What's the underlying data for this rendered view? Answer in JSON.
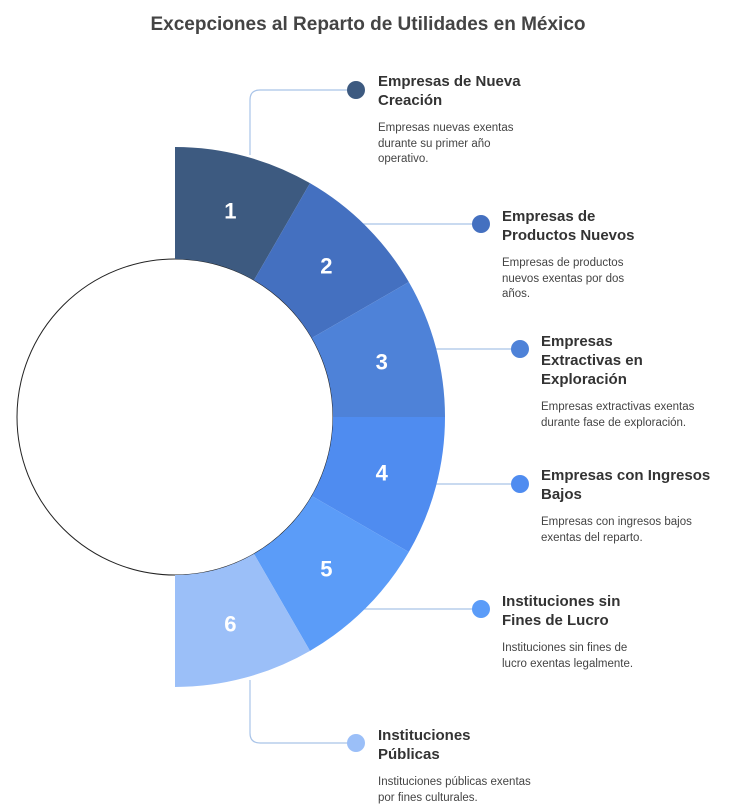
{
  "title": "Excepciones al Reparto de Utilidades en México",
  "segments": [
    {
      "number": "1",
      "title": "Empresas de Nueva Creación",
      "description": "Empresas nuevas exentas durante su primer año operativo.",
      "color": "#3d5a80"
    },
    {
      "number": "2",
      "title": "Empresas de Productos Nuevos",
      "description": "Empresas de productos nuevos exentas por dos años.",
      "color": "#4470c0"
    },
    {
      "number": "3",
      "title": "Empresas Extractivas en Exploración",
      "description": "Empresas extractivas exentas durante fase de exploración.",
      "color": "#4e82d8"
    },
    {
      "number": "4",
      "title": "Empresas con Ingresos Bajos",
      "description": "Empresas con ingresos bajos exentas del reparto.",
      "color": "#4f8cf0"
    },
    {
      "number": "5",
      "title": "Instituciones sin Fines de Lucro",
      "description": "Instituciones sin fines de lucro exentas legalmente.",
      "color": "#5b9cf8"
    },
    {
      "number": "6",
      "title": "Instituciones Públicas",
      "description": "Instituciones públicas exentas por fines culturales.",
      "color": "#9bbff8"
    }
  ]
}
